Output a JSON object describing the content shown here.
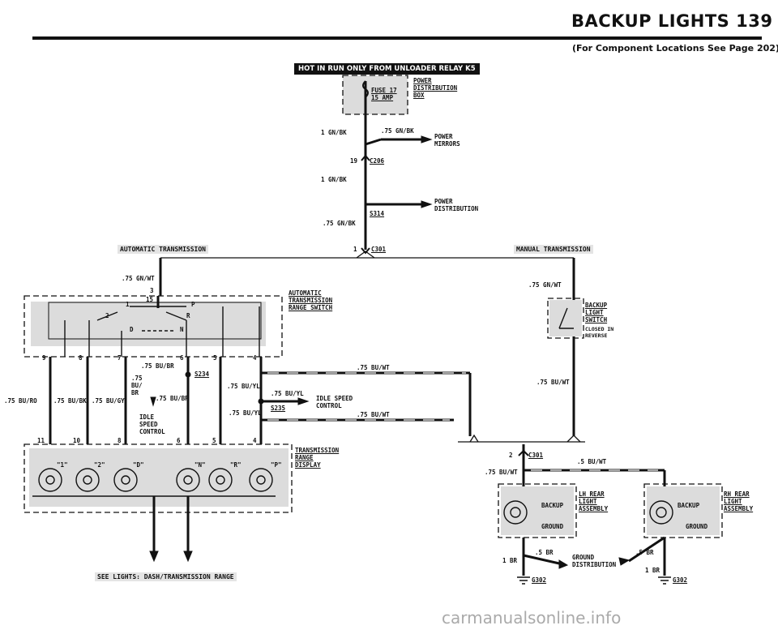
{
  "header": {
    "title": "BACKUP LIGHTS  139",
    "subtitle": "(For Component Locations See Page 202)"
  },
  "top_circuit": {
    "banner": "HOT IN RUN ONLY FROM UNLOADER RELAY K5",
    "fuse": [
      "FUSE 17",
      "15 AMP"
    ],
    "distribution_box": [
      "POWER",
      "DISTRIBUTION",
      "BOX"
    ],
    "wire_1gnbk_a": "1 GN/BK",
    "wire_75gnbk_a": ".75 GN/BK",
    "power_mirrors": [
      "POWER",
      "MIRRORS"
    ],
    "pin_19": "19",
    "c206": "C206",
    "wire_1gnbk_b": "1 GN/BK",
    "power_distribution": [
      "POWER",
      "DISTRIBUTION"
    ],
    "s314": "S314",
    "wire_75gnbk_b": ".75 GN/BK",
    "pin_1": "1",
    "c301": "C301"
  },
  "automatic": {
    "section_label": "AUTOMATIC TRANSMISSION",
    "wire_gnwt": ".75 GN/WT",
    "pin_3": "3",
    "pin_15": "15",
    "gear_p": "P",
    "gear_r": "R",
    "gear_n": "N",
    "gear_d": "D",
    "gear_2": "2",
    "gear_1": "1",
    "range_switch": [
      "AUTOMATIC",
      "TRANSMISSION",
      "RANGE SWITCH"
    ],
    "pins_top": [
      "9",
      "8",
      "7",
      "6",
      "5",
      "4"
    ],
    "wire_bubr_a": ".75 BU/BR",
    "s234": "S234",
    "wire_bu_br_stack": [
      ".75",
      "BU/",
      "BR"
    ],
    "wire_bubr_b": ".75 BU/BR",
    "idle_speed_control_left": [
      "IDLE",
      "SPEED",
      "CONTROL"
    ],
    "wire_buyl_a": ".75 BU/YL",
    "wire_buyl_b": ".75 BU/YL",
    "wire_buyl_c": ".75 BU/YL",
    "idle_speed_control_right": [
      "IDLE SPEED",
      "CONTROL"
    ],
    "s235": "S235",
    "wire_buwt_a": ".75 BU/WT",
    "wire_buwt_b": ".75 BU/WT",
    "wire_buro": ".75 BU/RO",
    "wire_bubk": ".75 BU/BK",
    "wire_bugy": ".75 BU/GY",
    "pins_bottom": [
      "11",
      "10",
      "8",
      "6",
      "5",
      "4"
    ],
    "lamp_labels": [
      "\"1\"",
      "\"2\"",
      "\"D\"",
      "\"N\"",
      "\"R\"",
      "\"P\""
    ],
    "range_display": [
      "TRANSMISSION",
      "RANGE",
      "DISPLAY"
    ],
    "see_lights": "SEE LIGHTS: DASH/TRANSMISSION RANGE"
  },
  "manual": {
    "section_label": "MANUAL TRANSMISSION",
    "wire_gnwt": ".75 GN/WT",
    "backup_switch": [
      "BACKUP",
      "LIGHT",
      "SWITCH"
    ],
    "closed_in": [
      "CLOSED IN",
      "REVERSE"
    ],
    "wire_buwt": ".75 BU/WT"
  },
  "lamps": {
    "pin_2": "2",
    "c301": "C301",
    "wire_5buwt": ".5 BU/WT",
    "wire_75buwt": ".75 BU/WT",
    "lh_backup": "BACKUP",
    "lh_ground": "GROUND",
    "lh_assembly": [
      "LH REAR",
      "LIGHT",
      "ASSEMBLY"
    ],
    "rh_backup": "BACKUP",
    "rh_ground": "GROUND",
    "rh_assembly": [
      "RH REAR",
      "LIGHT",
      "ASSEMBLY"
    ],
    "wire_5br_l": ".5 BR",
    "wire_1br_l": "1 BR",
    "wire_5br_r": ".5 BR",
    "wire_1br_r": "1 BR",
    "ground_distribution": [
      "GROUND",
      "DISTRIBUTION"
    ],
    "g302_l": "G302",
    "g302_r": "G302"
  },
  "watermark": "carmanualsonline.info"
}
